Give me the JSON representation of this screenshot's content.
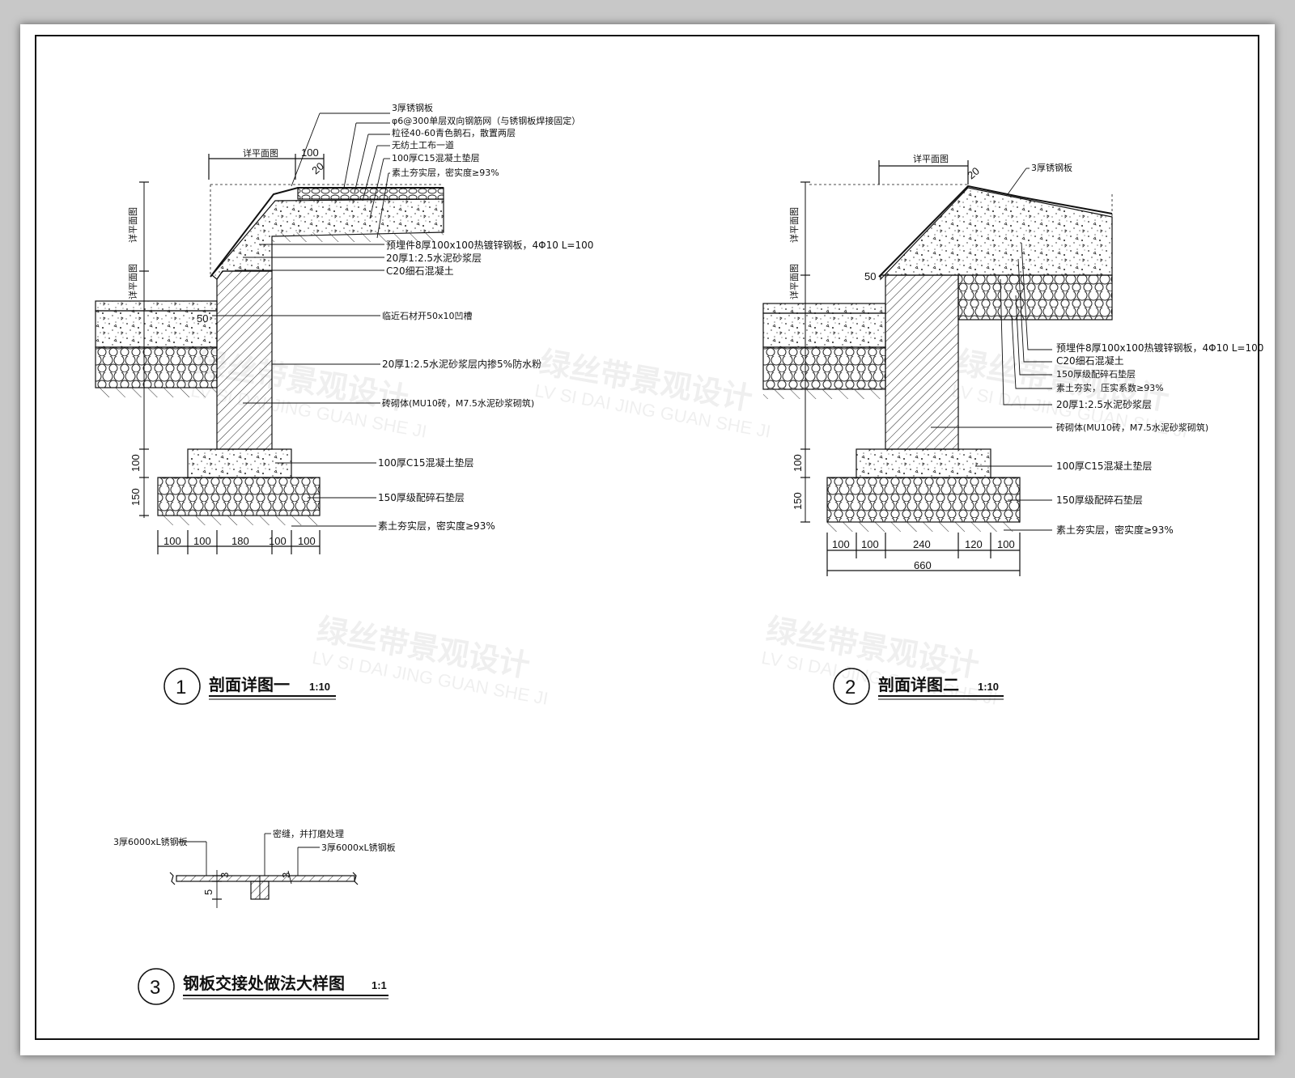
{
  "watermark": {
    "cn": "绿丝带景观设计",
    "en": "LV SI DAI JING GUAN SHE JI"
  },
  "detail1": {
    "number": "1",
    "title": "剖面详图一",
    "scale": "1:10",
    "labels": [
      "3厚锈钢板",
      "φ6@300单层双向钢筋网（与锈钢板焊接固定）",
      "粒径40-60青色鹅石，散置两层",
      "无纺土工布一道",
      "100厚C15混凝土垫层",
      "素土夯实层，密实度≥93%",
      "预埋件8厚100x100热镀锌钢板，4Φ10 L=100",
      "20厚1:2.5水泥砂浆层",
      "C20细石混凝土",
      "临近石材开50x10凹槽",
      "20厚1:2.5水泥砂浆层内掺5%防水粉",
      "砖砌体(MU10砖，M7.5水泥砂浆砌筑)",
      "100厚C15混凝土垫层",
      "150厚级配碎石垫层",
      "素土夯实层，密实度≥93%"
    ],
    "top_dims": [
      "详平面图",
      "100",
      "20"
    ],
    "side_dims": [
      "详平面图",
      "详平面图",
      "100",
      "150",
      "50"
    ],
    "bottom_dims": [
      "100",
      "100",
      "180",
      "100",
      "100"
    ]
  },
  "detail2": {
    "number": "2",
    "title": "剖面详图二",
    "scale": "1:10",
    "labels": [
      "3厚锈钢板",
      "预埋件8厚100x100热镀锌钢板，4Φ10 L=100",
      "C20细石混凝土",
      "150厚级配碎石垫层",
      "素土夯实，压实系数≥93%",
      "20厚1:2.5水泥砂浆层",
      "砖砌体(MU10砖，M7.5水泥砂浆砌筑)",
      "100厚C15混凝土垫层",
      "150厚级配碎石垫层",
      "素土夯实层，密实度≥93%"
    ],
    "top_dims": [
      "详平面图",
      "20"
    ],
    "side_dims": [
      "详平面图",
      "详平面图",
      "100",
      "150",
      "50"
    ],
    "bottom_dims": [
      "100",
      "100",
      "240",
      "120",
      "100"
    ],
    "total_dim": "660"
  },
  "detail3": {
    "number": "3",
    "title": "钢板交接处做法大样图",
    "scale": "1:1",
    "labels": [
      "3厚6000xL锈钢板",
      "密缝，并打磨处理",
      "3厚6000xL锈钢板"
    ],
    "dims": [
      "3",
      "5",
      "3"
    ]
  }
}
